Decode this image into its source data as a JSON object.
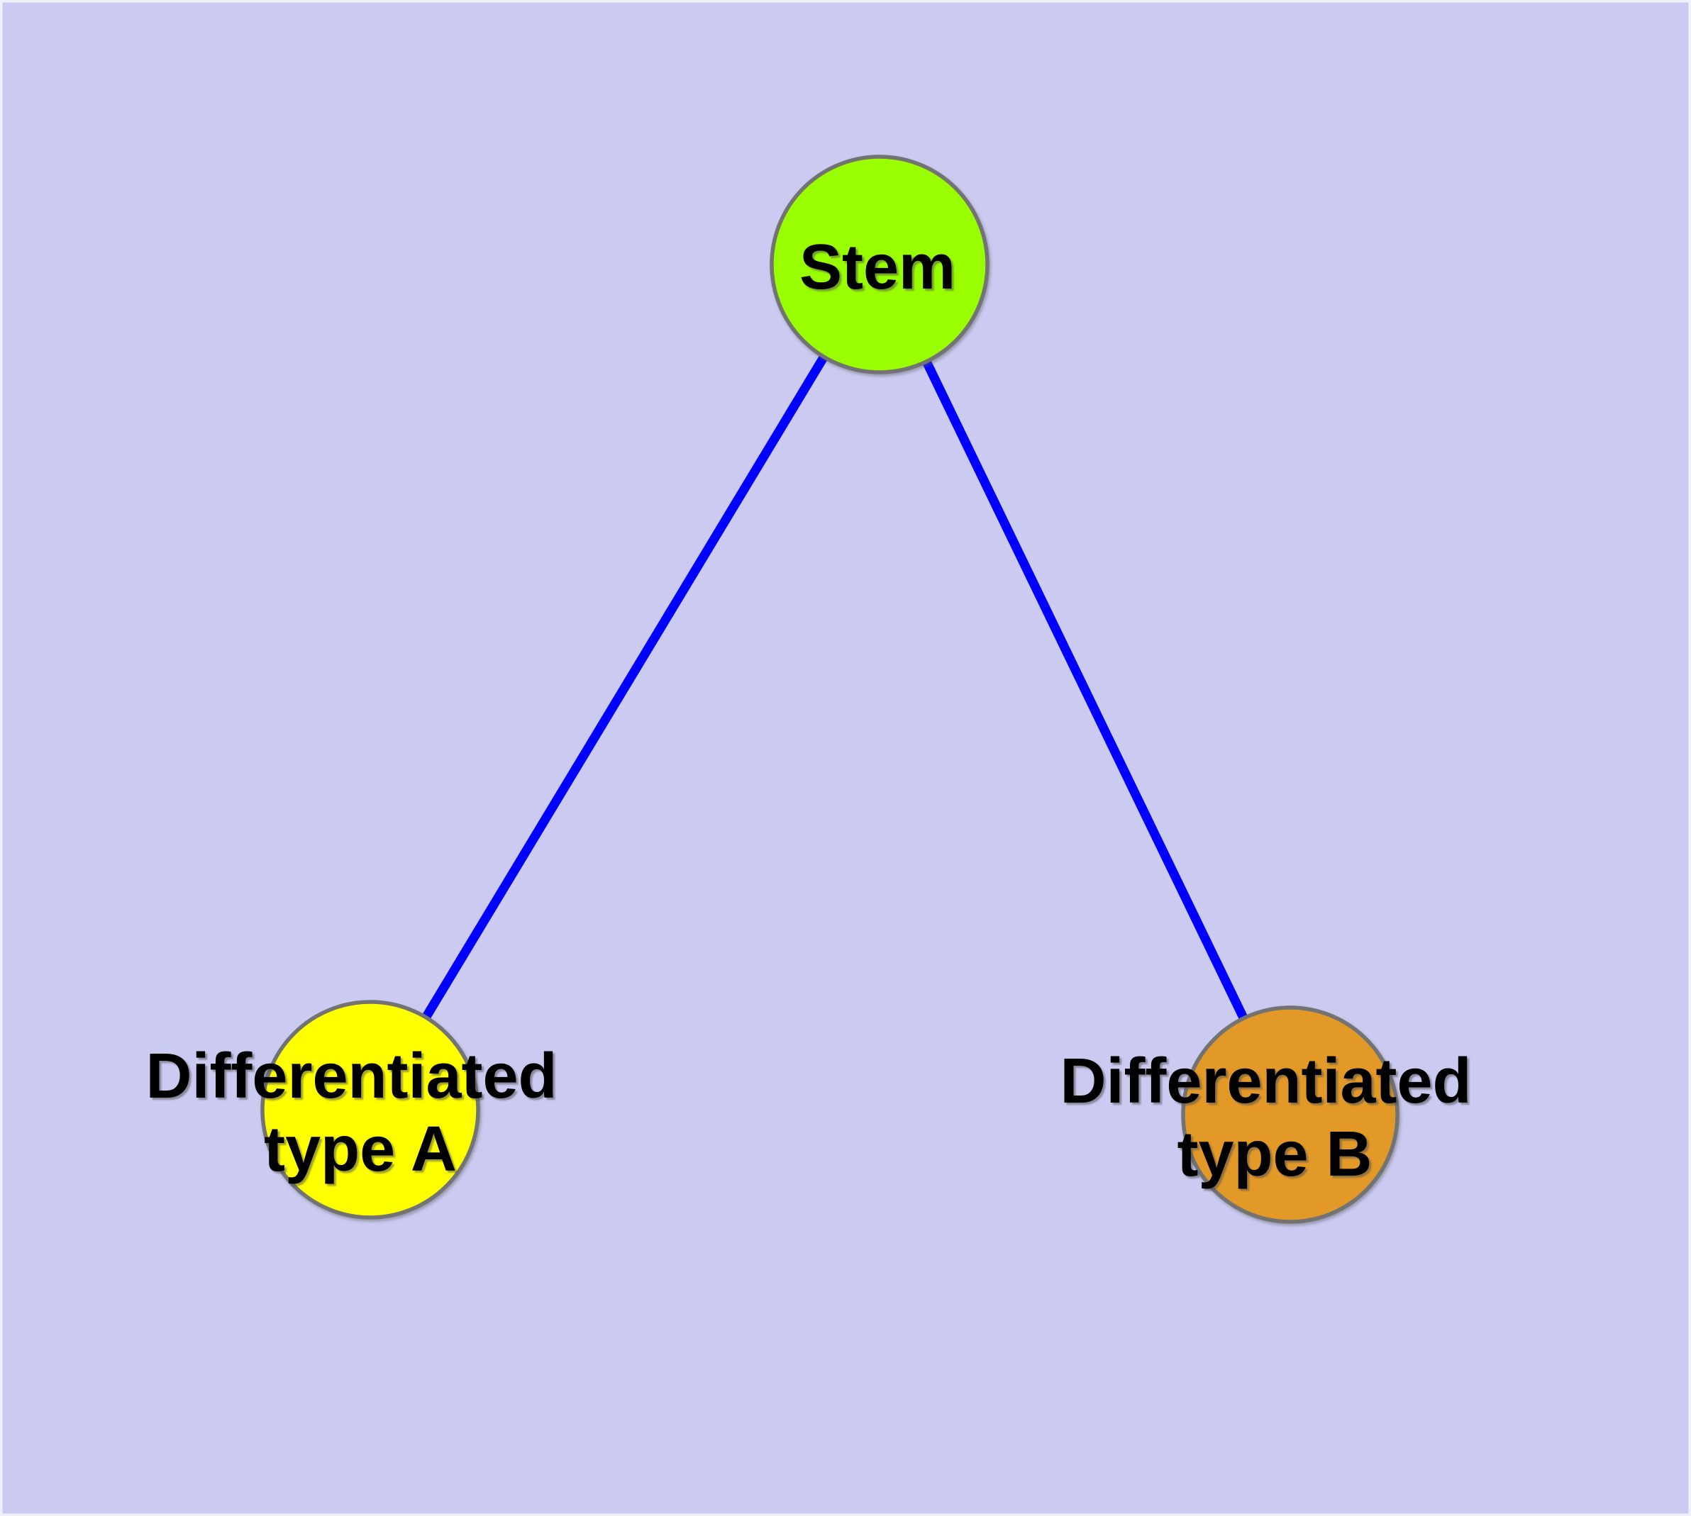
{
  "diagram": {
    "background_color": "#CBCBF2",
    "frame_edge_color": "#F0F0FA",
    "edge_color": "#0000FF",
    "node_border_color": "#737373",
    "label_color": "#000000",
    "nodes": [
      {
        "id": "stem",
        "label": "Stem",
        "lines": [
          "Stem"
        ],
        "fill": "#99FF00"
      },
      {
        "id": "differentiated-type-a",
        "label": "Differentiated type A",
        "lines": [
          "Differentiated",
          "type A"
        ],
        "fill": "#FFFF00"
      },
      {
        "id": "differentiated-type-b",
        "label": "Differentiated type B",
        "lines": [
          "Differentiated",
          "type B"
        ],
        "fill": "#E29927"
      }
    ],
    "edges": [
      {
        "from": "stem",
        "to": "differentiated-type-a"
      },
      {
        "from": "stem",
        "to": "differentiated-type-b"
      }
    ]
  }
}
